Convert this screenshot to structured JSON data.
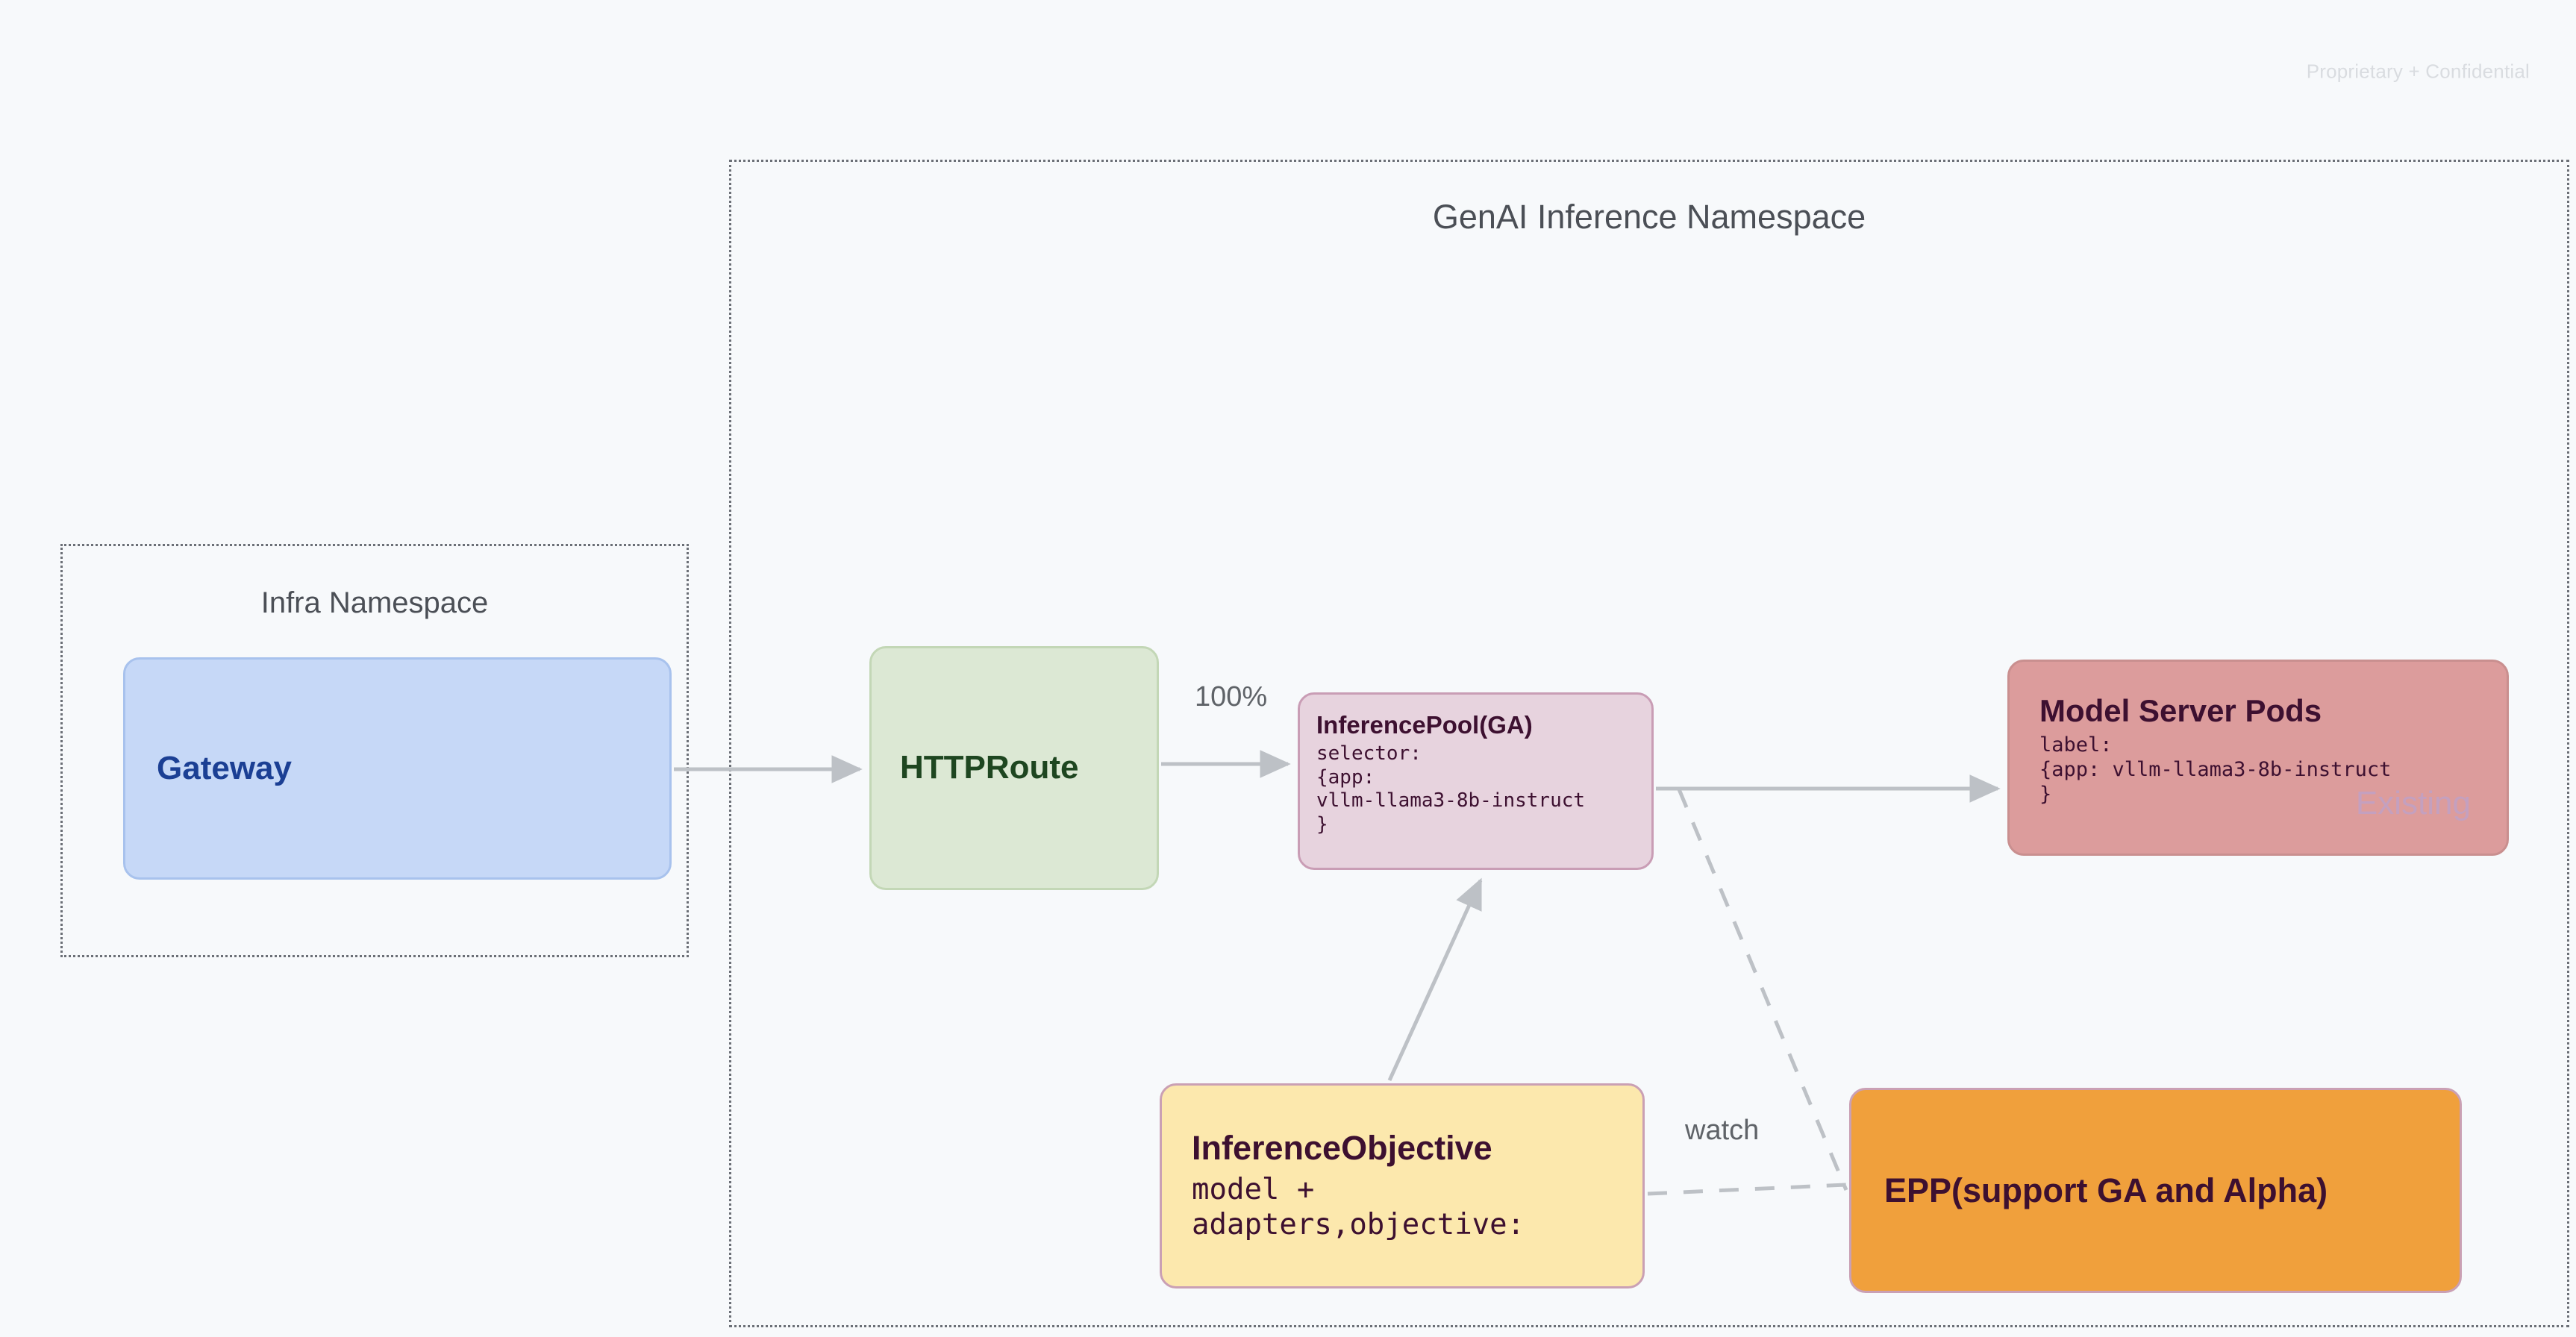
{
  "page": {
    "watermark": "Proprietary + Confidential",
    "background_color": "#f7f9fb"
  },
  "namespaces": [
    {
      "id": "infra",
      "title": "Infra Namespace",
      "border_style": "dotted",
      "border_color": "#6b6f76"
    },
    {
      "id": "genai",
      "title": "GenAI Inference Namespace",
      "border_style": "dotted",
      "border_color": "#6b6f76"
    }
  ],
  "nodes": {
    "gateway": {
      "title": "Gateway",
      "fill": "#c6d8f7",
      "text_color": "#1b3f94"
    },
    "httproute": {
      "title": "HTTPRoute",
      "fill": "#dce8d4",
      "text_color": "#1e4620"
    },
    "inferencepool": {
      "title": "InferencePool(GA)",
      "body": "selector:\n{app:\nvllm-llama3-8b-instruct\n}",
      "fill": "#e7d3de",
      "text_color": "#3d1030"
    },
    "modelserver": {
      "title": "Model Server Pods",
      "body": "label:\n{app: vllm-llama3-8b-instruct\n}",
      "badge": "Existing",
      "fill": "#dc9c9c",
      "text_color": "#3d1030",
      "badge_color": "#c4a0bf"
    },
    "inferenceobjective": {
      "title": "InferenceObjective",
      "body": "model +\nadapters,objective:",
      "fill": "#fce8ad",
      "text_color": "#3d1030"
    },
    "epp": {
      "title": "EPP(support GA and Alpha)",
      "fill": "#f0a03c",
      "text_color": "#3d1030"
    }
  },
  "edges": {
    "gateway_to_httproute": {
      "label": "",
      "style": "solid",
      "arrow": true
    },
    "httproute_to_inferencepool": {
      "label": "100%",
      "style": "solid",
      "arrow": true
    },
    "inferencepool_to_modelserver": {
      "label": "",
      "style": "solid",
      "arrow": true
    },
    "inferenceobjective_to_inferencepool": {
      "label": "",
      "style": "solid",
      "arrow": true
    },
    "inferenceobjective_to_epp": {
      "label": "watch",
      "style": "dashed",
      "arrow": false
    },
    "inferencepool_to_epp": {
      "label": "",
      "style": "dashed",
      "arrow": false
    }
  },
  "edge_color": "#bdc1c6"
}
